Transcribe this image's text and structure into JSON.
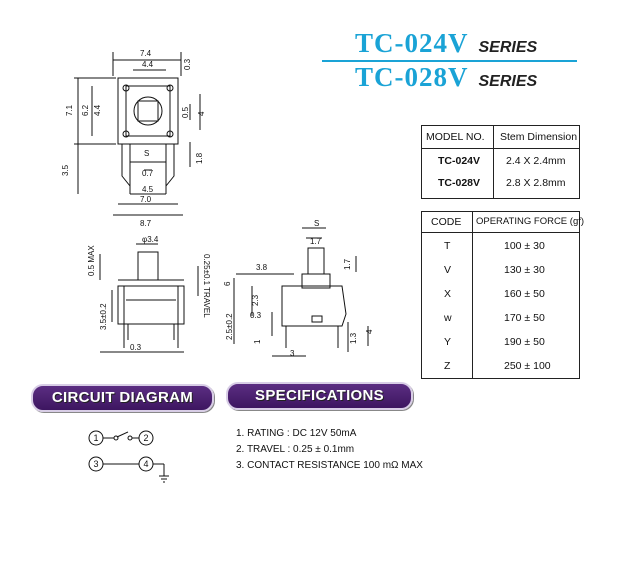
{
  "header": {
    "title1": "TC-024V",
    "title2": "TC-028V",
    "series": "SERIES"
  },
  "model_table": {
    "col1": "MODEL NO.",
    "col2": "Stem Dimension",
    "rows": [
      {
        "model": "TC-024V",
        "stem": "2.4  X 2.4mm"
      },
      {
        "model": "TC-028V",
        "stem": "2.8  X 2.8mm"
      }
    ]
  },
  "force_table": {
    "col1": "CODE",
    "col2": "OPERATING FORCE (gf)",
    "rows": [
      {
        "code": "T",
        "force": "100 ± 30"
      },
      {
        "code": "V",
        "force": "130 ± 30"
      },
      {
        "code": "X",
        "force": "160 ± 50"
      },
      {
        "code": "w",
        "force": "170 ± 50"
      },
      {
        "code": "Y",
        "force": "190 ± 50"
      },
      {
        "code": "Z",
        "force": "250 ± 100"
      }
    ]
  },
  "sections": {
    "circuit": "CIRCUIT DIAGRAM",
    "specs": "SPECIFICATIONS"
  },
  "specifications": [
    "1. RATING : DC 12V  50mA",
    "2. TRAVEL : 0.25 ± 0.1mm",
    "3. CONTACT  RESISTANCE 100 mΩ MAX"
  ],
  "circuit": {
    "n1": "1",
    "n2": "2",
    "n3": "3",
    "n4": "4"
  },
  "drawing_top": {
    "d_7_4": "7.4",
    "d_4_4": "4.4",
    "d_0_3": "0.3",
    "d_7_1": "7.1",
    "d_6_2": "6.2",
    "d_4_4v": "4.4",
    "d_0_5": "0.5",
    "d_4": "4",
    "d_s": "S",
    "d_0_7": "0.7",
    "d_1_8": "1.8",
    "d_3_5": "3.5",
    "d_4_5": "4.5",
    "d_7_0": "7.0",
    "d_8_7": "8.7"
  },
  "drawing_side": {
    "d_phi": "φ3.4",
    "d_0_5max": "0.5 MAX",
    "d_travel": "0.25±0.1 TRAVEL",
    "d_3_5": "3.5±0.2",
    "d_0_3": "0.3"
  },
  "drawing_right": {
    "d_s": "S",
    "d_1_7": "1.7",
    "d_1_7v": "1.7",
    "d_3_8": "3.8",
    "d_6": "6",
    "d_2_3": "2.3",
    "d_2_5": "2.5±0.2",
    "d_0_3": "0.3",
    "d_1": "1",
    "d_3": "3",
    "d_4": "4",
    "d_1_3": "1.3"
  }
}
